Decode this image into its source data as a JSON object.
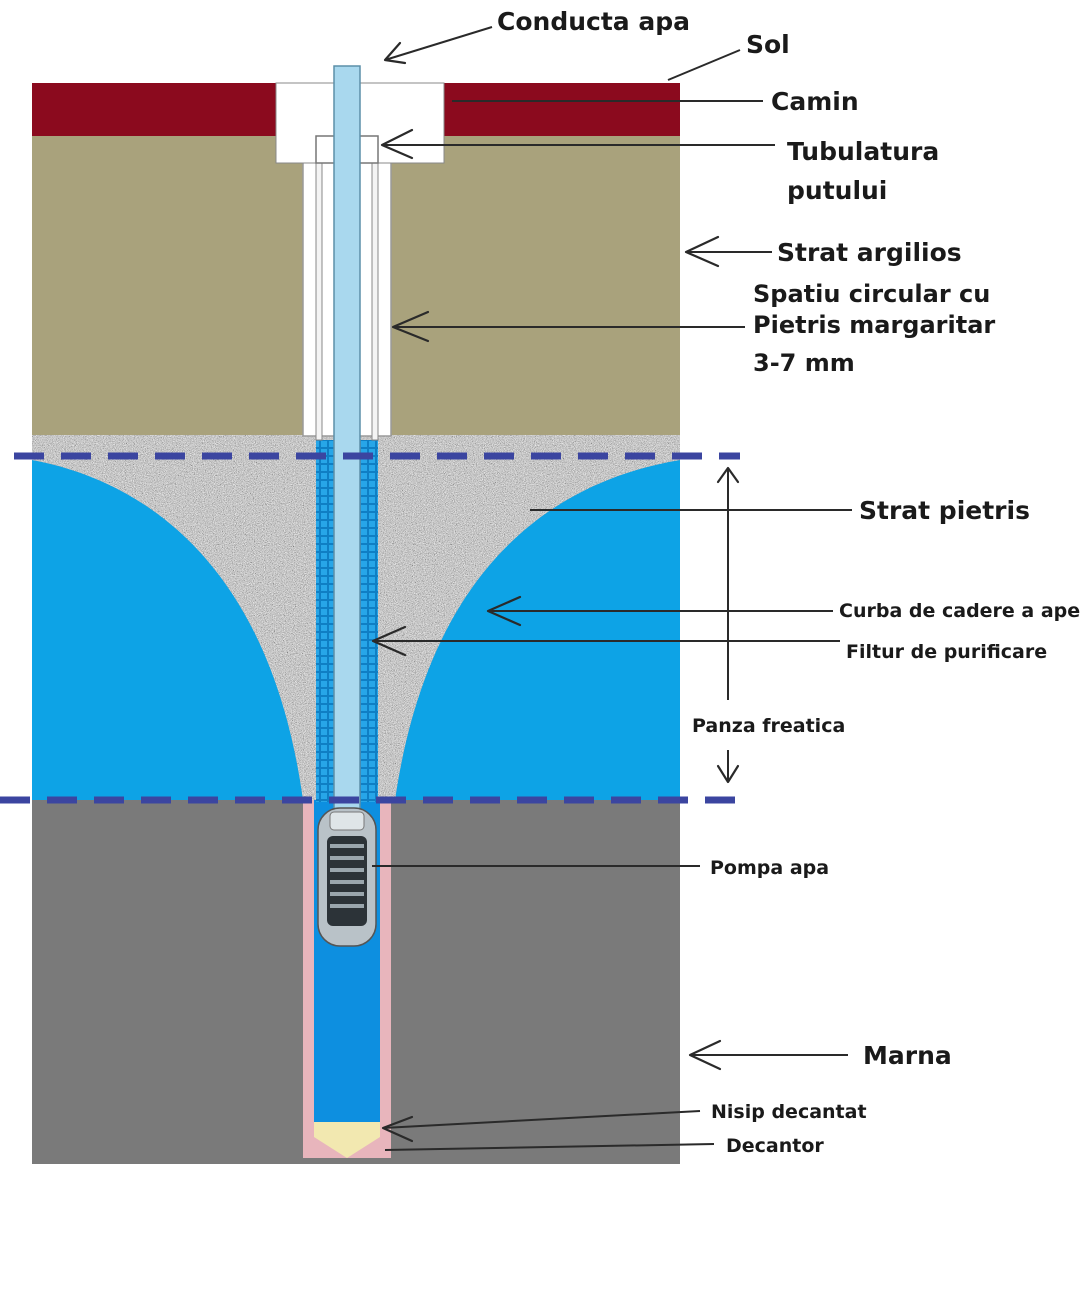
{
  "labels": {
    "conducta_apa": "Conducta apa",
    "sol": "Sol",
    "camin": "Camin",
    "tubulatura_line1": "Tubulatura",
    "tubulatura_line2": "putului",
    "strat_argilios": "Strat argilios",
    "spatiu_line1": "Spatiu circular cu",
    "spatiu_line2": "Pietris margaritar",
    "spatiu_line3": "3-7 mm",
    "strat_pietris": "Strat pietris",
    "curba": "Curba de cadere a apei",
    "filtru": "Filtur de purificare",
    "panza": "Panza freatica",
    "pompa": "Pompa apa",
    "marna": "Marna",
    "nisip": "Nisip decantat",
    "decantor": "Decantor"
  },
  "colors": {
    "soil": "#8b0a1e",
    "clay": "#a9a27c",
    "groundwater": "#0da3e6",
    "gravel": "#8f8f8f",
    "marl": "#7a7a7a",
    "pipe": "#a9d8ee",
    "water_level": "#3b45a0",
    "sand": "#f2e8b0",
    "casing": "#e8b5bc"
  }
}
